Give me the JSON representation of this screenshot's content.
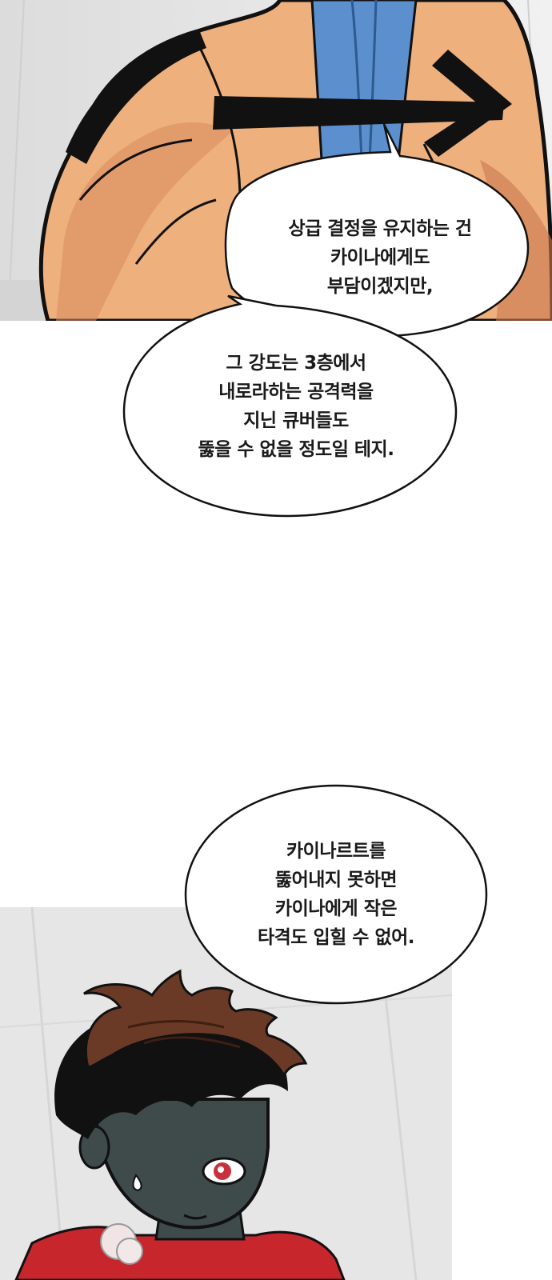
{
  "bubbles": [
    {
      "lines": [
        "상급 결정을 유지하는 건",
        "카이나에게도",
        "부담이겠지만,"
      ]
    },
    {
      "lines": [
        "그 강도는 3층에서",
        "내로라하는 공격력을",
        "지닌 큐버들도",
        "뚫을 수 없을 정도일 테지."
      ]
    },
    {
      "lines": [
        "카이나르트를",
        "뚫어내지 못하면",
        "카이나에게 작은",
        "타격도 입힐 수 없어."
      ]
    }
  ],
  "colors": {
    "skin": "#eeb07c",
    "skin_shadow": "#c9784e",
    "strap": "#5b8fcd",
    "tattoo": "#111111",
    "hair": "#6b3a26",
    "face": "#3f4a4a",
    "eye": "#c8303c",
    "shirt": "#c8262d",
    "background_gray": "#e6e6e6"
  }
}
